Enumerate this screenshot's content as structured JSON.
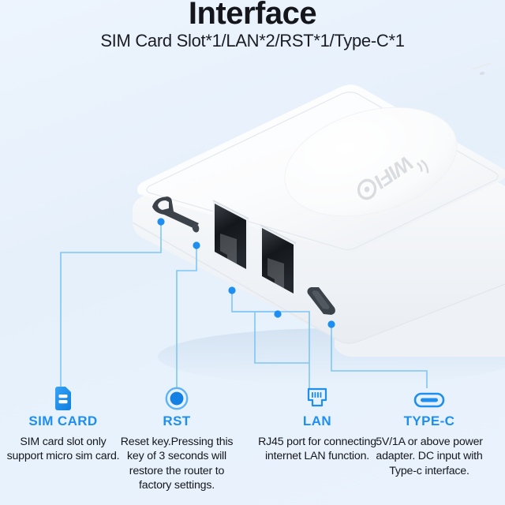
{
  "header": {
    "title": "Interface",
    "subtitle": "SIM Card Slot*1/LAN*2/RST*1/Type-C*1"
  },
  "device": {
    "logo_text": "WIFI",
    "logo_suffix": "6",
    "body_color": "#ffffff",
    "port_color": "#2b2f36"
  },
  "colors": {
    "accent": "#1f8fef",
    "line": "#7ec6f5",
    "dot": "#1f8fef",
    "background": "#e9f2fc",
    "title": "#14161c"
  },
  "callouts": [
    {
      "icon": "sim-card-icon",
      "label": "SIM CARD",
      "description": "SIM card slot only support micro sim card."
    },
    {
      "icon": "reset-button-icon",
      "label": "RST",
      "description": "Reset key.Pressing this key of 3 seconds will restore the router to factory settings."
    },
    {
      "icon": "rj45-port-icon",
      "label": "LAN",
      "description": "RJ45 port for connecting internet LAN function."
    },
    {
      "icon": "usb-type-c-icon",
      "label": "TYPE-C",
      "description": "5V/1A or above power adapter. DC input with Type-c interface."
    }
  ]
}
